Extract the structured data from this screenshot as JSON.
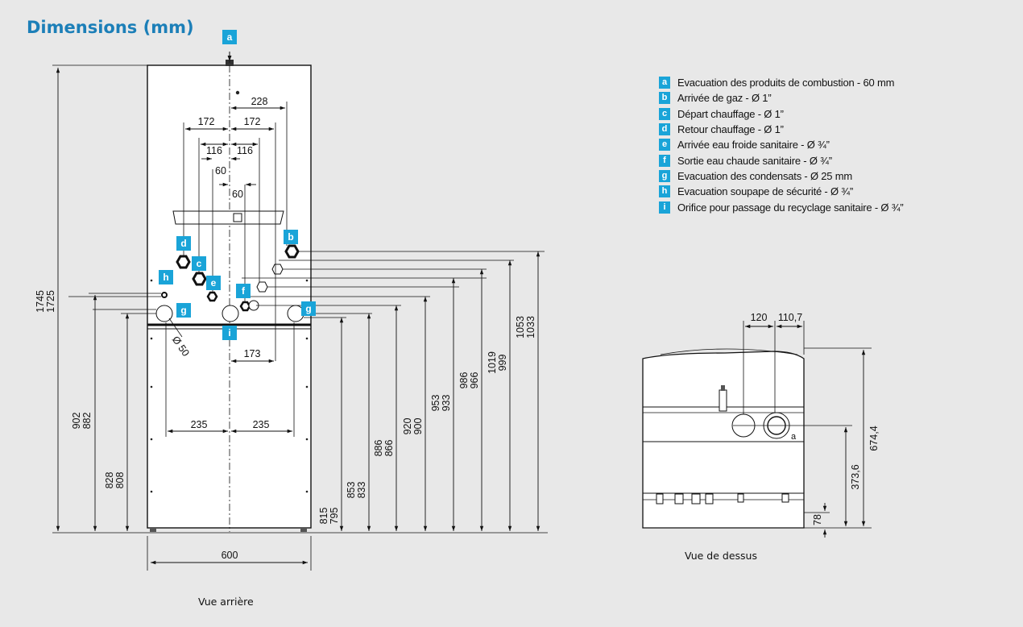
{
  "title": "Dimensions (mm)",
  "legend": [
    {
      "key": "a",
      "text": "Evacuation des produits de combustion - 60 mm"
    },
    {
      "key": "b",
      "text": "Arrivée de gaz - Ø 1”"
    },
    {
      "key": "c",
      "text": "Départ chauffage - Ø 1”"
    },
    {
      "key": "d",
      "text": "Retour chauffage - Ø 1”"
    },
    {
      "key": "e",
      "text": "Arrivée eau froide sanitaire - Ø ¾”"
    },
    {
      "key": "f",
      "text": "Sortie eau chaude sanitaire - Ø ¾”"
    },
    {
      "key": "g",
      "text": "Evacuation des condensats - Ø 25 mm"
    },
    {
      "key": "h",
      "text": "Evacuation soupape de sécurité - Ø ¾”"
    },
    {
      "key": "i",
      "text": "Orifice pour passage du recyclage sanitaire - Ø ¾”"
    }
  ],
  "rear_view": {
    "caption": "Vue arrière",
    "labels": {
      "w600": "600",
      "d235a": "235",
      "d235b": "235",
      "d173": "173",
      "d172a": "172",
      "d172b": "172",
      "d228": "228",
      "d116a": "116",
      "d116b": "116",
      "d60a": "60",
      "d60b": "60",
      "phi50": "Ø 50",
      "h1745": "1745",
      "h1725": "1725",
      "h902": "902",
      "h882": "882",
      "h828": "828",
      "h808": "808",
      "h815": "815",
      "h795": "795",
      "h853": "853",
      "h833": "833",
      "h886": "886",
      "h866": "866",
      "h920": "920",
      "h900": "900",
      "h953": "953",
      "h933": "933",
      "h986": "986",
      "h966": "966",
      "h1019": "1019",
      "h999": "999",
      "h1053": "1053",
      "h1033": "1033"
    },
    "markers": [
      "a",
      "b",
      "c",
      "d",
      "e",
      "f",
      "g",
      "g",
      "h",
      "i"
    ]
  },
  "top_view": {
    "caption": "Vue de dessus",
    "labels": {
      "d120": "120",
      "d110": "110,7",
      "h674": "674,4",
      "h373": "373,6",
      "h78": "78",
      "a": "a"
    }
  },
  "colors": {
    "accent": "#1aa4d8",
    "title": "#1c7fb8",
    "background": "#e8e8e8",
    "panel": "#ffffff"
  }
}
